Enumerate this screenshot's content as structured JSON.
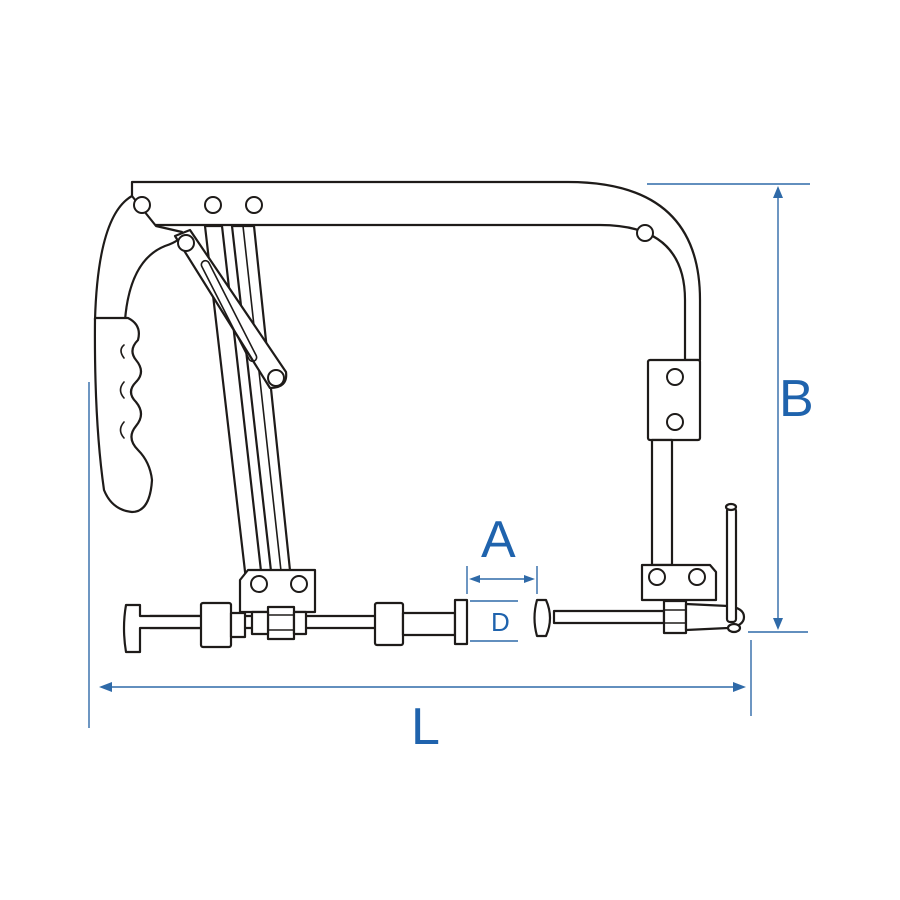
{
  "dimensions": {
    "A": "A",
    "B": "B",
    "D": "D",
    "L": "L"
  },
  "colors": {
    "dimension_line": "#2f6aa8",
    "dimension_label": "#1f63ad",
    "tool_outline": "#1e1b19",
    "background": "#ffffff"
  }
}
